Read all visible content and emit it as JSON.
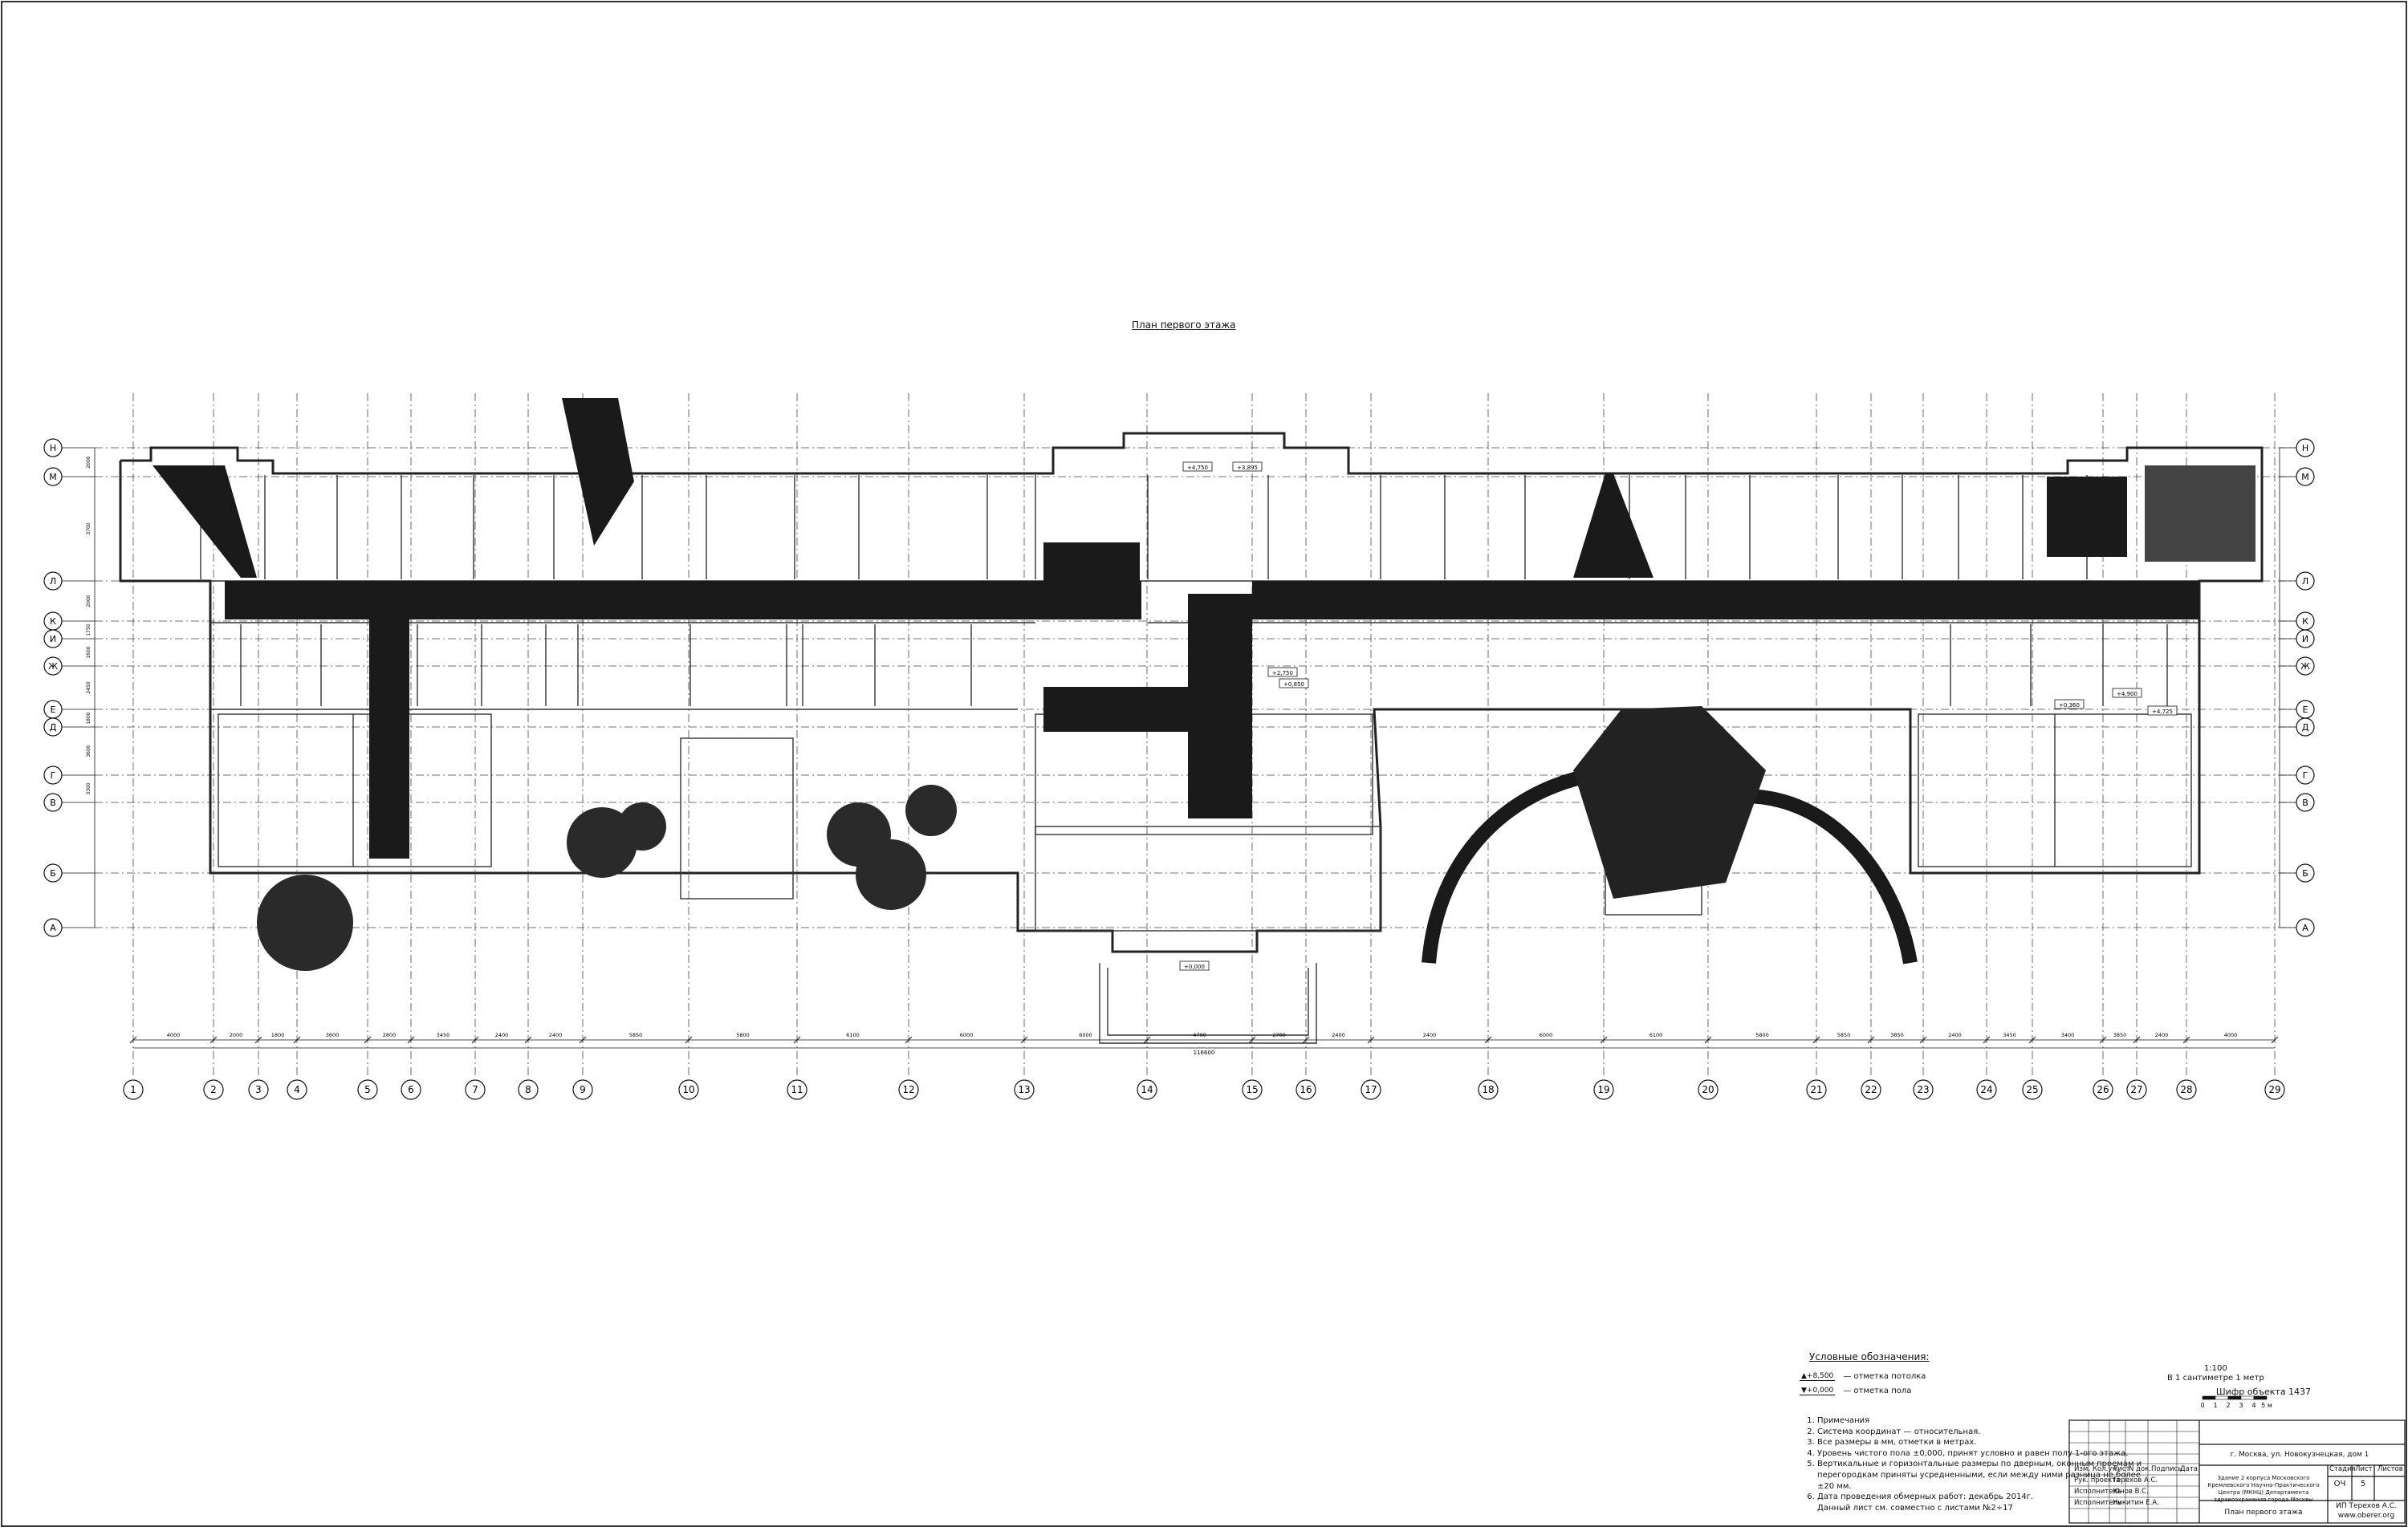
{
  "plan_title": "План первого этажа",
  "grid_letters": [
    "Н",
    "М",
    "Л",
    "К",
    "И",
    "Ж",
    "Е",
    "Д",
    "Г",
    "В",
    "Б",
    "А"
  ],
  "grid_numbers": [
    "1",
    "2",
    "3",
    "4",
    "5",
    "6",
    "7",
    "8",
    "9",
    "10",
    "11",
    "12",
    "13",
    "14",
    "15",
    "16",
    "17",
    "18",
    "19",
    "20",
    "21",
    "22",
    "23",
    "24",
    "25",
    "26",
    "27",
    "28",
    "29"
  ],
  "dims_top": [
    "4000",
    "2000",
    "1800",
    "3600",
    "2800",
    "3450",
    "2400",
    "2400",
    "5850",
    "5800",
    "6100",
    "6000",
    "6000",
    "4700",
    "2700",
    "2400",
    "2400",
    "6000",
    "6100",
    "5800",
    "5850",
    "3850",
    "2400",
    "3450",
    "3400",
    "3850",
    "2400",
    "4000"
  ],
  "dim_total": "116600",
  "left_dims": [
    "2000",
    "3700",
    "2000",
    "1750",
    "1600",
    "2450",
    "1800",
    "3600",
    "3300"
  ],
  "legend": {
    "title": "Условные обозначения:",
    "items": [
      {
        "mark": "▲+8,500",
        "text": "— отметка потолка"
      },
      {
        "mark": "▼+0,000",
        "text": "— отметка пола"
      }
    ]
  },
  "notes": {
    "heading": "Примечания",
    "items": [
      "Система координат — относительная.",
      "Все размеры в мм, отметки в метрах.",
      "Уровень чистого пола ±0,000, принят условно и равен полу 1-ого этажа.",
      "Вертикальные и горизонтальные размеры по дверным, оконным проемам и перегородкам приняты усредненными, если между ними разница не более ±20 мм.",
      "Дата проведения обмерных работ: декабрь 2014г.",
      "Данный лист см. совместно с листами №2÷17"
    ]
  },
  "scale": {
    "ratio": "1:100",
    "caption": "В 1 сантиметре 1 метр",
    "ticks": [
      "0",
      "1",
      "2",
      "3",
      "4",
      "5 м"
    ]
  },
  "title_block": {
    "code": "Шифр объекта 1437",
    "address": "г. Москва, ул. Новокузнецкая, дом 1",
    "building": "Здание 2 корпуса Московского Кремлевского Научно-Практического Центра (МКНЦ) Департамента здравоохранения города Москвы",
    "sheet_name": "План первого этажа",
    "firm": "ИП Терехов А.С.",
    "site": "www.oberer.org",
    "hdr": [
      "Изм.",
      "Кол.уч",
      "Лист",
      "N док.",
      "Подпись",
      "Дата"
    ],
    "roles": [
      {
        "role": "Рук. проекта",
        "name": "Терехов А.С."
      },
      {
        "role": "Исполнитель",
        "name": "Юнов В.С."
      },
      {
        "role": "Исполнитель",
        "name": "Никитин Е.А."
      }
    ],
    "stage_hdr": "Стадия",
    "sheet_hdr": "Лист",
    "sheets_hdr": "Листов",
    "stage": "ОЧ",
    "sheet": "5",
    "sheets": ""
  },
  "level_marks": [
    "+4,750",
    "+3,895",
    "+2,750",
    "+0,850",
    "+4,900",
    "+0,360",
    "+4,725",
    "+0,000"
  ]
}
